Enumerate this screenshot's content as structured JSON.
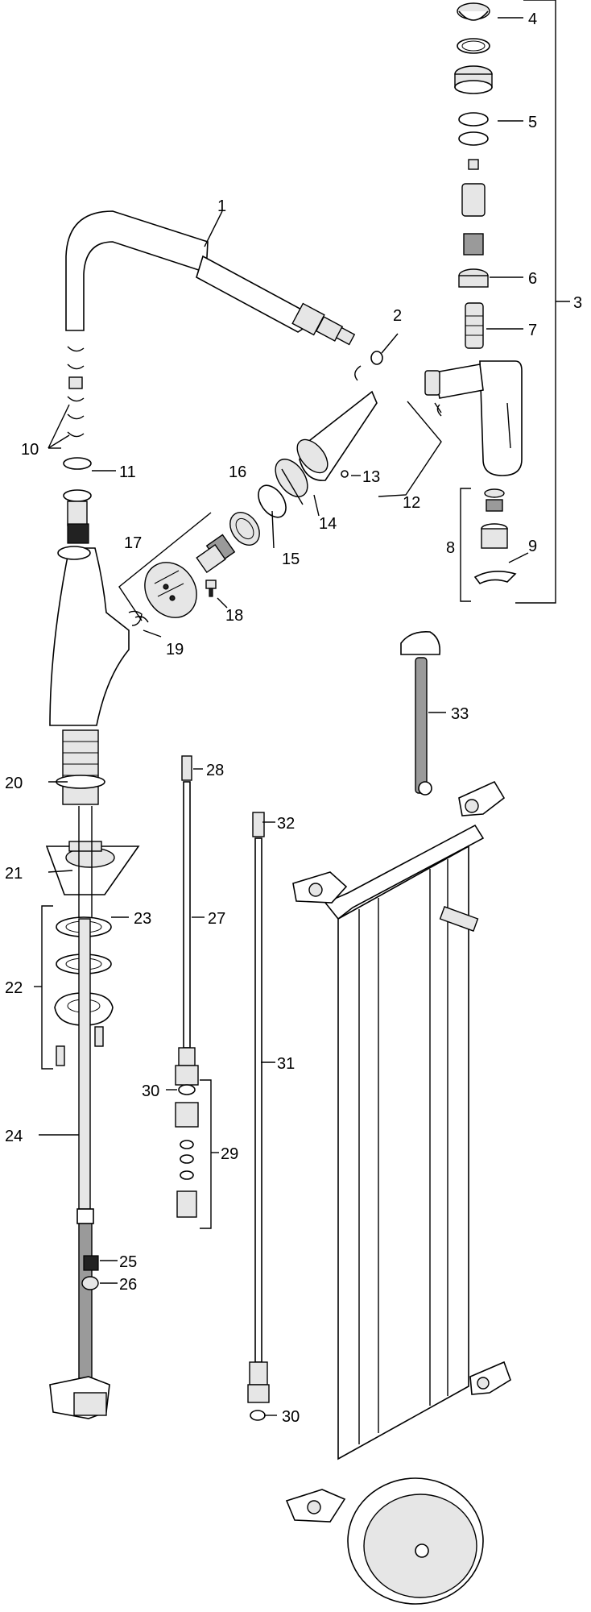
{
  "callouts": [
    {
      "id": "c1",
      "text": "1"
    },
    {
      "id": "c2",
      "text": "2"
    },
    {
      "id": "c3",
      "text": "3"
    },
    {
      "id": "c4",
      "text": "4"
    },
    {
      "id": "c5",
      "text": "5"
    },
    {
      "id": "c6",
      "text": "6"
    },
    {
      "id": "c7",
      "text": "7"
    },
    {
      "id": "c8",
      "text": "8"
    },
    {
      "id": "c9",
      "text": "9"
    },
    {
      "id": "c10",
      "text": "10"
    },
    {
      "id": "c11",
      "text": "11"
    },
    {
      "id": "c12",
      "text": "12"
    },
    {
      "id": "c13",
      "text": "13"
    },
    {
      "id": "c14",
      "text": "14"
    },
    {
      "id": "c15",
      "text": "15"
    },
    {
      "id": "c16",
      "text": "16"
    },
    {
      "id": "c17",
      "text": "17"
    },
    {
      "id": "c18",
      "text": "18"
    },
    {
      "id": "c19",
      "text": "19"
    },
    {
      "id": "c20",
      "text": "20"
    },
    {
      "id": "c21",
      "text": "21"
    },
    {
      "id": "c22",
      "text": "22"
    },
    {
      "id": "c23",
      "text": "23"
    },
    {
      "id": "c24",
      "text": "24"
    },
    {
      "id": "c25",
      "text": "25"
    },
    {
      "id": "c26",
      "text": "26"
    },
    {
      "id": "c27",
      "text": "27"
    },
    {
      "id": "c28",
      "text": "28"
    },
    {
      "id": "c29",
      "text": "29"
    },
    {
      "id": "c30a",
      "text": "30"
    },
    {
      "id": "c30b",
      "text": "30"
    },
    {
      "id": "c31",
      "text": "31"
    },
    {
      "id": "c32",
      "text": "32"
    },
    {
      "id": "c33",
      "text": "33"
    }
  ]
}
